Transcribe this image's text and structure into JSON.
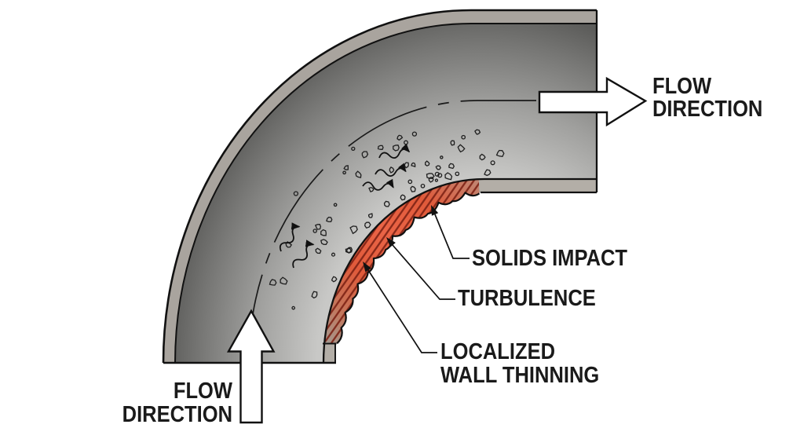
{
  "figure": {
    "type": "pipe-elbow-cross-section-diagram",
    "background": "#ffffff",
    "description": "Cross-section of a 90-degree pipe elbow showing solids impact, turbulence and localized wall thinning on the inner bend"
  },
  "colors": {
    "outline": "#111111",
    "outer_wall_band": "#a9a49e",
    "inner_wall_band": "#b3aea7",
    "interior_light": "#c8c8c6",
    "interior_mid": "#a0a09e",
    "interior_dark": "#757573",
    "interior_edge": "#5c5c5a",
    "erosion_fade": "#a5978d",
    "erosion_mid": "#c4765b",
    "erosion_red": "#e05a3a",
    "erosion_bright": "#ea6446",
    "erosion_fade_top": "#bb8d7c",
    "hatch": "#7c2114",
    "arrow_fill": "#ffffff",
    "label_text": "#1a1a1a"
  },
  "labels": {
    "flow_top": {
      "line1": "FLOW",
      "line2": "DIRECTION"
    },
    "flow_bottom": {
      "line1": "FLOW",
      "line2": "DIRECTION"
    },
    "solids_impact": "SOLIDS IMPACT",
    "turbulence": "TURBULENCE",
    "localized_line1": "LOCALIZED",
    "localized_line2": "WALL THINNING"
  }
}
